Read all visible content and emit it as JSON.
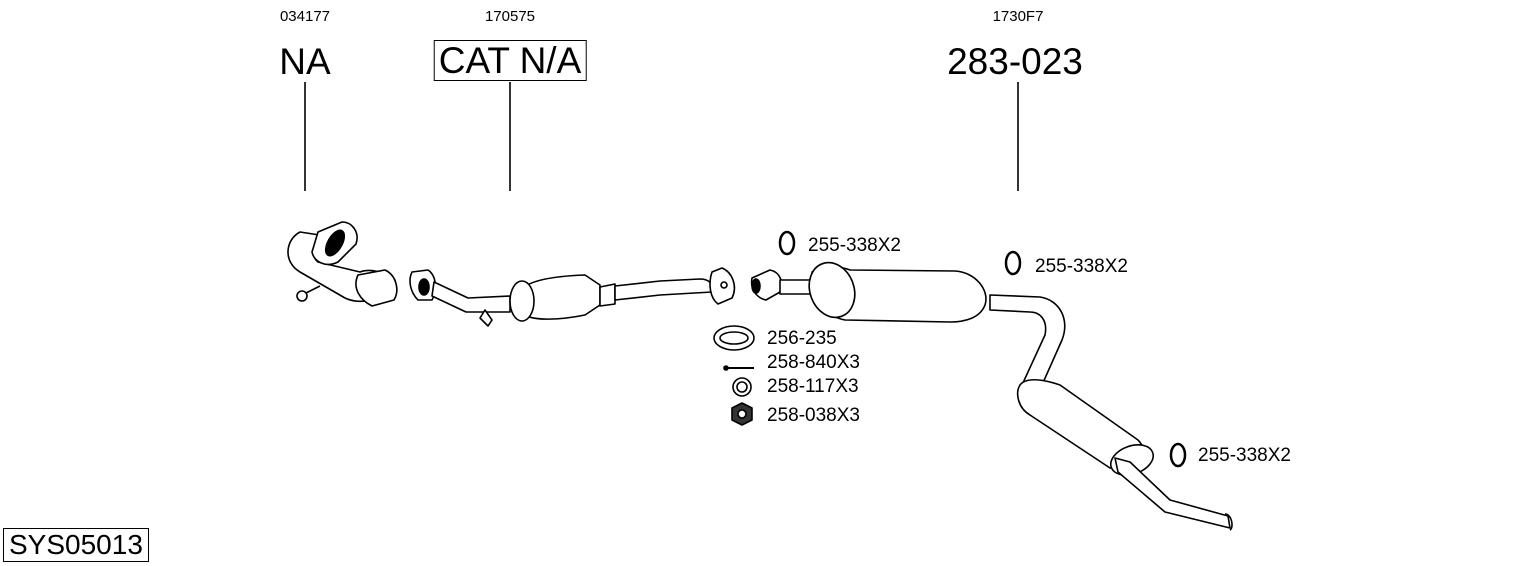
{
  "parts": [
    {
      "code": "034177",
      "ref": "NA",
      "boxed": false
    },
    {
      "code": "170575",
      "ref": "CAT N/A",
      "boxed": true
    },
    {
      "code": "1730F7",
      "ref": "283-023",
      "boxed": false
    }
  ],
  "hardware": [
    {
      "label": "255-338X2",
      "icon": "rubber-hanger-ring-icon"
    },
    {
      "label": "255-338X2",
      "icon": "rubber-hanger-ring-icon"
    },
    {
      "label": "255-338X2",
      "icon": "rubber-hanger-ring-icon"
    },
    {
      "label": "256-235",
      "icon": "gasket-icon"
    },
    {
      "label": "258-840X3",
      "icon": "bolt-icon"
    },
    {
      "label": "258-117X3",
      "icon": "spring-washer-icon"
    },
    {
      "label": "258-038X3",
      "icon": "nut-icon"
    }
  ],
  "system_id": "SYS05013"
}
